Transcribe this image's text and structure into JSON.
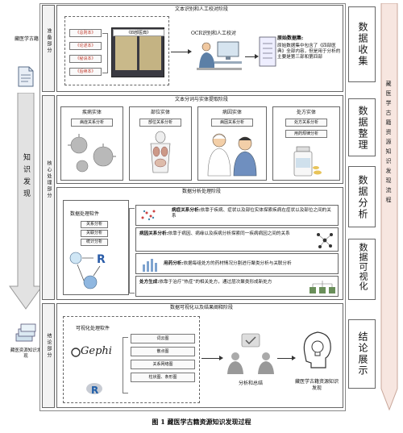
{
  "left_column": {
    "db_label": "藏医学古籍",
    "flow_label": "知识发现",
    "result_label": "藏医资源知识发现"
  },
  "stages": [
    {
      "label": "准备部分",
      "title": "文本识别和人工校对阶段"
    },
    {
      "label": "核心处理部分",
      "title": "文本分词与实体提取阶段"
    },
    {
      "label": "",
      "title": "数据分析处理阶段"
    },
    {
      "label": "结论部分",
      "title": "数据可视化以及结果阐释阶段"
    }
  ],
  "stage1": {
    "books": [
      "《总则本》",
      "《论述本》",
      "《秘诀本》",
      "《后续本》"
    ],
    "book_image_label": "《四部医典》",
    "ocr_label": "OCR识别和人工校对",
    "raw_title": "原始数据集:",
    "raw_desc": "原始数据集中包含了《四部医典》全部内容，但是用于分析的主要是第三部和第四部"
  },
  "stage2": {
    "entities": [
      {
        "title": "疾病实体",
        "sub": "病症关系分析"
      },
      {
        "title": "部位实体",
        "sub": "部位关系分析"
      },
      {
        "title": "病因实体",
        "sub": "病因关系分析"
      },
      {
        "title": "处方实体",
        "sub": "处方关系分析",
        "sub2": "用药规律分析"
      }
    ]
  },
  "stage3": {
    "software_title": "数据处理软件",
    "tools": [
      "关系分析",
      "关联分析",
      "统计分析"
    ],
    "analyses": [
      {
        "bold": "病症关系分析:",
        "text": "依靠于疾病、症状以及部位实体探索疾病在症状以及部位之间的关系"
      },
      {
        "bold": "病因关系分析:",
        "text": "依靠于病因、病缘以及疾病分析探索同一疾病病因之间的关系"
      },
      {
        "bold": "用药分析:",
        "text": "依据每组处方的药材情况分割进行聚类分析与关联分析"
      },
      {
        "bold": "处方生成:",
        "text": "依靠于治疗“热症”的相关处方，通过层次聚类形成新处方"
      }
    ]
  },
  "stage4": {
    "software_title": "可视化处理软件",
    "gephi_label": "Gephi",
    "outputs": [
      "词云图",
      "散点图",
      "关系网络图",
      "柱状图、条形图"
    ],
    "analysis_label": "分析和总结",
    "result_label": "藏医学古籍资源知识发现"
  },
  "right_phases": [
    "数据收集",
    "数据整理",
    "数据分析",
    "数据可视化",
    "结论展示"
  ],
  "right_flow_label": "藏医学古籍资源知识发现流程",
  "caption": "图 1    藏医学古籍资源知识发现过程",
  "colors": {
    "red_text": "#c0392b",
    "arrow_fill": "#d9d9d9",
    "right_bar": "#f7e6e0"
  }
}
